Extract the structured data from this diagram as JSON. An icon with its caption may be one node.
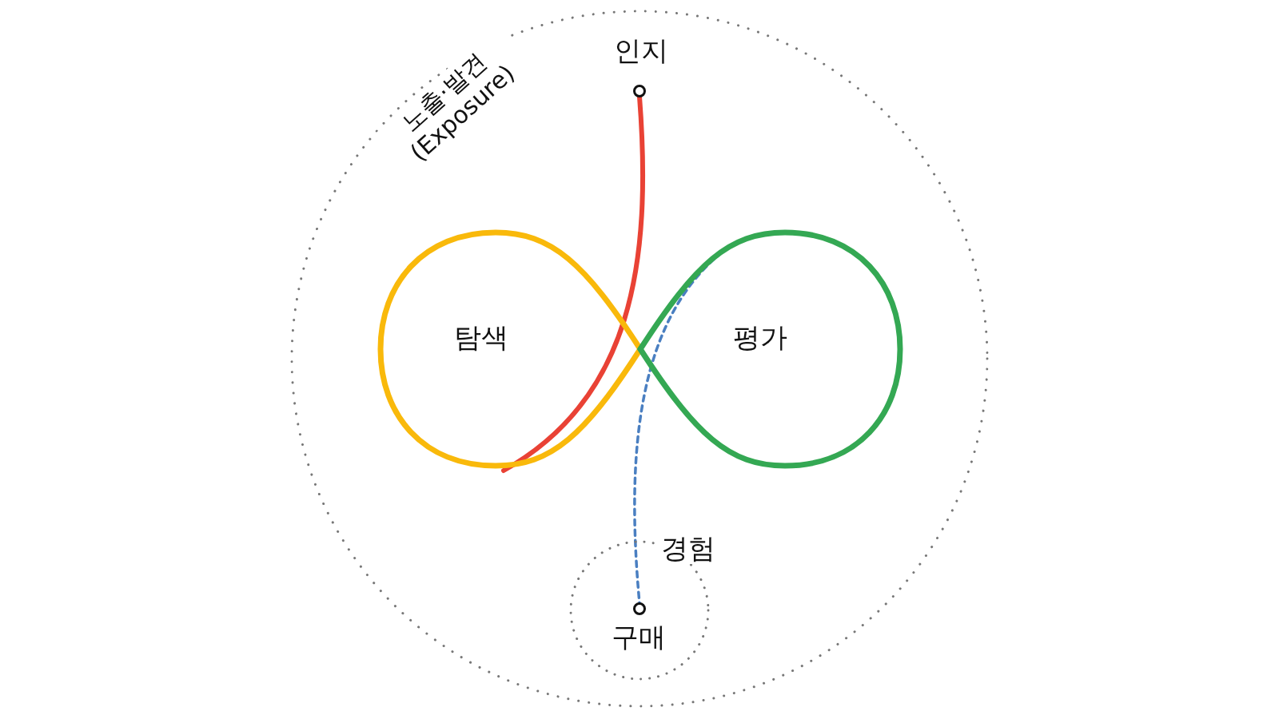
{
  "diagram": {
    "nodes": [
      {
        "text": [
          "노출·발견 (Exposure)"
        ]
      },
      {
        "text": [
          "인지"
        ],
        "in": 0
      },
      {
        "text": [
          "탐색"
        ],
        "in": 0
      },
      {
        "text": [
          "평가"
        ],
        "in": 0
      },
      {
        "text": [
          "경험"
        ],
        "in": 0
      },
      {
        "text": [
          "구매"
        ],
        "in": 4
      }
    ],
    "edges": [
      {
        "from": 1,
        "to": 2,
        "arrow": "none",
        "color": "#e94235"
      },
      {
        "from": 3,
        "to": 5,
        "arrow": "none",
        "style": "dashed",
        "color": "#4a7fc1"
      }
    ]
  }
}
